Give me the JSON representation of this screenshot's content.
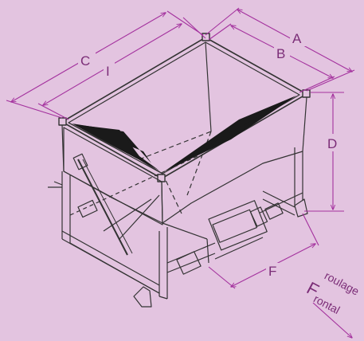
{
  "dimensions": {
    "A": "A",
    "B": "B",
    "C": "C",
    "I": "I",
    "D": "D",
    "F": "F"
  },
  "label_roulage": "roulage",
  "label_frontal_initial": "F",
  "label_frontal_rest": "rontal",
  "colors": {
    "background": "#e3c4e0",
    "dimension_line": "#a4329e",
    "drawing_line": "#333333",
    "fill_dark": "#1a1a1a"
  }
}
